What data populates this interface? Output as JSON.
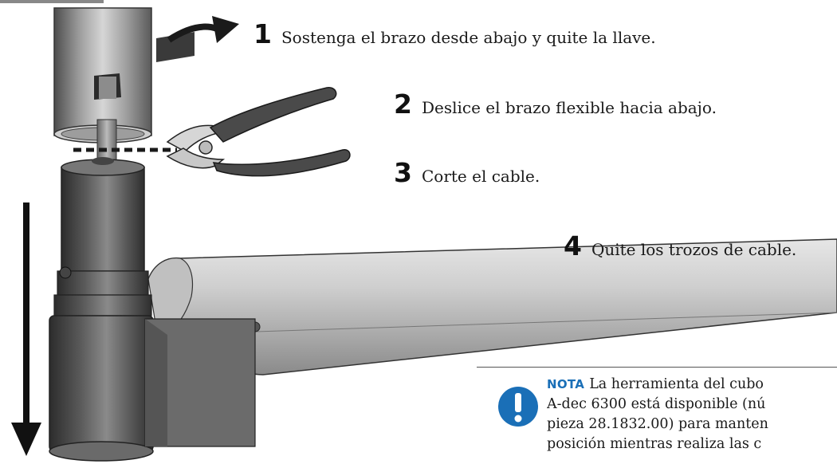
{
  "steps": [
    {
      "number": "1",
      "text": "Sostenga el brazo desde abajo y quite la llave."
    },
    {
      "number": "2",
      "text": "Deslice el brazo flexible hacia abajo."
    },
    {
      "number": "3",
      "text": "Corte el cable."
    },
    {
      "number": "4",
      "text": "Quite los trozos de cable."
    }
  ],
  "note": {
    "label": "NOTA",
    "lines": [
      "La herramienta del cubo",
      "A-dec 6300 está disponible (nú",
      "pieza 28.1832.00) para manten",
      "posición mientras realiza las c"
    ],
    "icon": "exclamation-icon",
    "accent_color": "#1a6fb7"
  },
  "colors": {
    "metal_light": "#d9d9d9",
    "metal_mid": "#a8a8a8",
    "metal_dark": "#555555",
    "pliers_handle": "#4a4a4a",
    "accent": "#1a6fb7"
  }
}
